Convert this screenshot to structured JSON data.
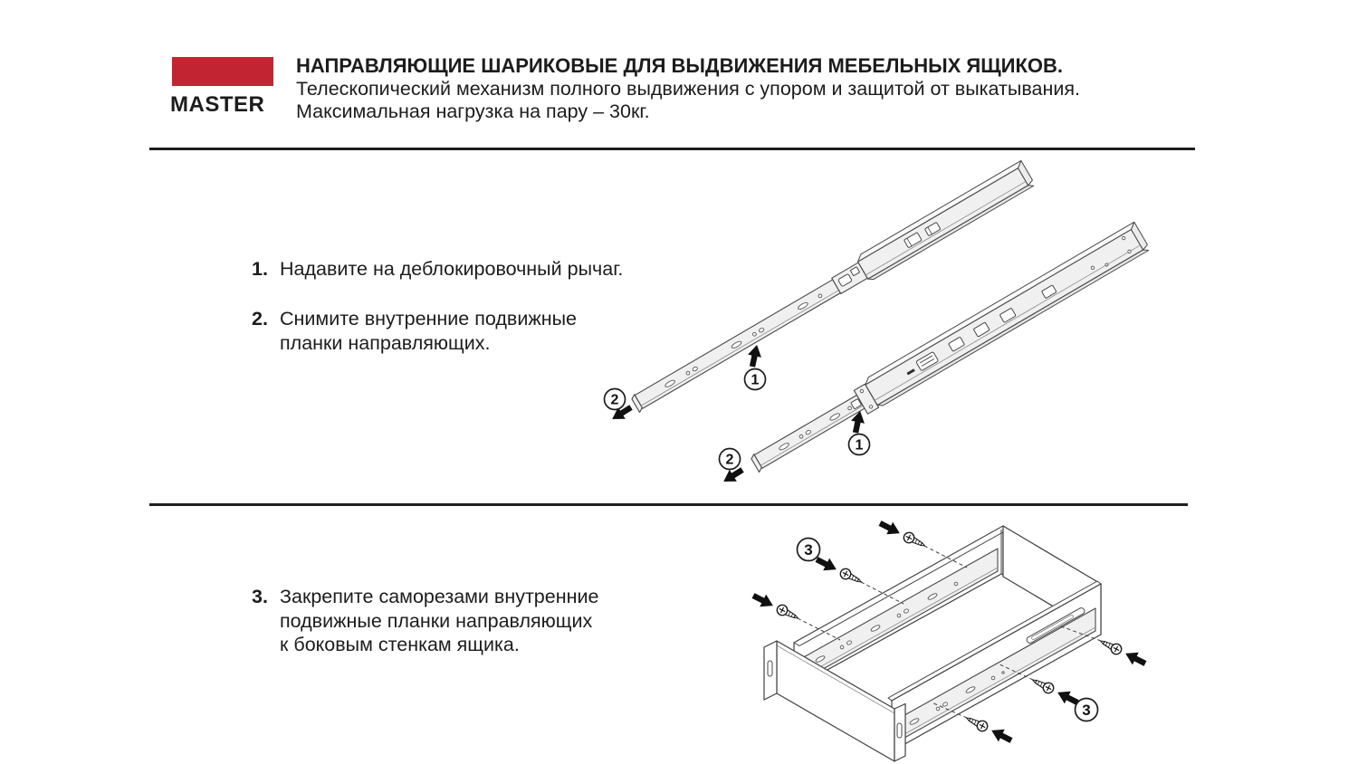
{
  "brand": {
    "name": "MASTER",
    "bar_color": "#c22531"
  },
  "header": {
    "title": "НАПРАВЛЯЮЩИЕ ШАРИКОВЫЕ ДЛЯ ВЫДВИЖЕНИЯ МЕБЕЛЬНЫХ ЯЩИКОВ.",
    "subtitle": "Телескопический механизм полного выдвижения с упором и защитой от выкатывания.",
    "load_note": "Максимальная нагрузка на пару – 30кг."
  },
  "steps": [
    {
      "num": "1.",
      "lines": [
        "Надавите на деблокировочный рычаг."
      ]
    },
    {
      "num": "2.",
      "lines": [
        "Снимите внутренние подвижные",
        "планки направляющих."
      ]
    },
    {
      "num": "3.",
      "lines": [
        "Закрепите саморезами внутренние",
        "подвижные планки направляющих",
        "к боковым стенкам ящика."
      ]
    }
  ],
  "callouts": {
    "press_lever": "1",
    "remove_rail": "2",
    "fasten_screws": "3"
  },
  "colors": {
    "accent_red": "#c22531",
    "drawing_line": "#3f3f3f",
    "rail_fill": "#f0f0f0",
    "rule": "#1e1e1e",
    "text": "#1c1c1c"
  }
}
